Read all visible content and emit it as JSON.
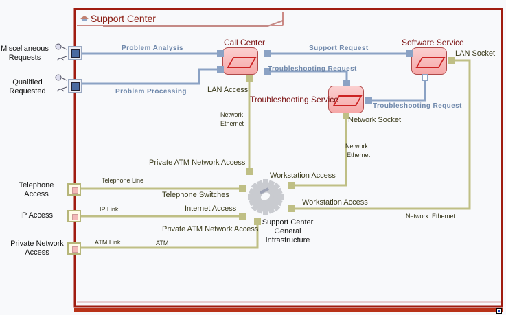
{
  "title": "Support Center",
  "title_icon": "component-icon",
  "colors": {
    "frame": "#a01c10",
    "service_link": "#8ba2c4",
    "network_link": "#bfbf85",
    "component_fill": "#f5a8a8",
    "component_label": "#7a1010"
  },
  "external_ports": {
    "service": [
      {
        "label_1": "Miscellaneous",
        "label_2": "Requests"
      },
      {
        "label_1": "Qualified",
        "label_2": "Requested"
      }
    ],
    "network": [
      {
        "label_1": "Telephone",
        "label_2": "Access"
      },
      {
        "label_1": "IP Access",
        "label_2": ""
      },
      {
        "label_1": "Private Network",
        "label_2": "Access"
      }
    ]
  },
  "components": {
    "call_center": {
      "name": "Call Center",
      "port_label": "LAN Access"
    },
    "software_service": {
      "name": "Software Service",
      "port_label": "LAN Socket"
    },
    "troubleshooting_service": {
      "name": "Troubleshooting Service",
      "port_label": "Network Socket"
    },
    "infrastructure": {
      "name_1": "Support Center",
      "name_2": "General",
      "name_3": "Infrastructure",
      "ports": {
        "private_atm_top": "Private ATM Network Access",
        "telephone": "Telephone Switches",
        "internet": "Internet Access",
        "private_atm_bottom": "Private ATM Network Access",
        "workstation_1": "Workstation Access",
        "workstation_2": "Workstation Access"
      }
    }
  },
  "connectors": {
    "problem_analysis": "Problem Analysis",
    "problem_processing": "Problem Processing",
    "support_request": "Support Request",
    "troubleshooting_request_1": "Troubleshooting Request",
    "troubleshooting_request_2": "Troubleshooting Request",
    "network_ethernet_1a": "Network",
    "network_ethernet_1b": "Ethernet",
    "network_ethernet_2a": "Network",
    "network_ethernet_2b": "Ethernet",
    "network_ethernet_3": "Network  Ethernet",
    "telephone_line": "Telephone Line",
    "ip_link": "IP Link",
    "atm_link": "ATM Link",
    "atm": "ATM"
  }
}
